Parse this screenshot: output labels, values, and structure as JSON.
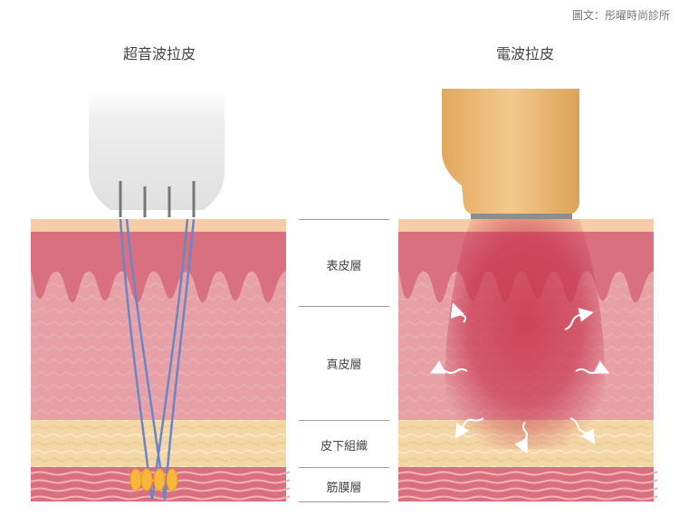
{
  "credit": "圖文：彤曜時尚診所",
  "left_panel": {
    "title": "超音波拉皮",
    "device": "ultrasound-transducer"
  },
  "right_panel": {
    "title": "電波拉皮",
    "device": "rf-handpiece"
  },
  "layers": [
    "表皮層",
    "真皮層",
    "皮下組織",
    "筋膜層"
  ],
  "colors": {
    "epidermis": "#d9707e",
    "dermis": "#e7a3a8",
    "subcutaneous": "#f3d7a6",
    "fascia": "#d9707e",
    "rf_heat": "#c7344a",
    "ultrasound_beam": "#6b86c7",
    "focal_point": "#f6b73c"
  }
}
